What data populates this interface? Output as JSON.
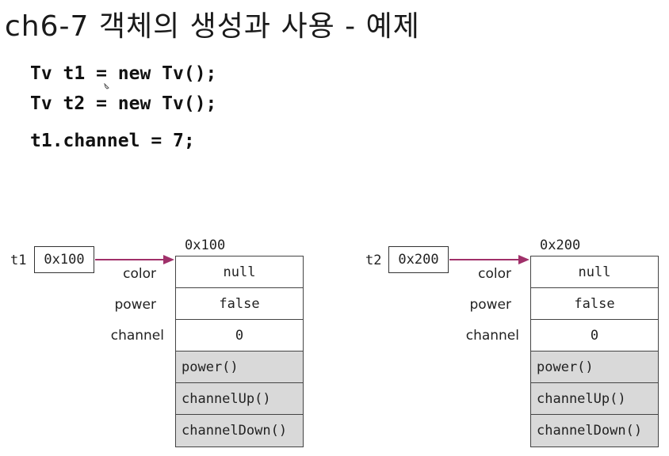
{
  "title": "ch6-7 객체의 생성과 사용 - 예제",
  "code": [
    "Tv t1 = new Tv();",
    "Tv t2 = new Tv();",
    "t1.channel = 7;"
  ],
  "objects": [
    {
      "var": "t1",
      "ref": "0x100",
      "address": "0x100",
      "fields": [
        {
          "label": "color",
          "value": "null"
        },
        {
          "label": "power",
          "value": "false"
        },
        {
          "label": "channel",
          "value": "0"
        }
      ],
      "methods": [
        "power()",
        "channelUp()",
        "channelDown()"
      ]
    },
    {
      "var": "t2",
      "ref": "0x200",
      "address": "0x200",
      "fields": [
        {
          "label": "color",
          "value": "null"
        },
        {
          "label": "power",
          "value": "false"
        },
        {
          "label": "channel",
          "value": "0"
        }
      ],
      "methods": [
        "power()",
        "channelUp()",
        "channelDown()"
      ]
    }
  ],
  "colors": {
    "arrow": "#a0306a",
    "method_bg": "#d9d9d9"
  }
}
